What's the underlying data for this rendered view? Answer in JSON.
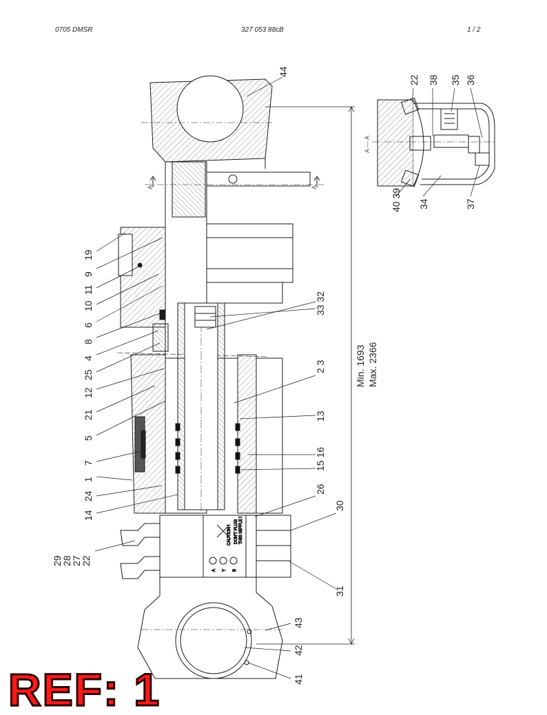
{
  "header": {
    "left": "0705 DMSR",
    "center": "327 053 88cB",
    "right": "1 /   2"
  },
  "callouts": {
    "c19": "19",
    "c9": "9",
    "c11": "11",
    "c10": "10",
    "c6": "6",
    "c8": "8",
    "c4": "4",
    "c25": "25",
    "c12": "12",
    "c21": "21",
    "c5": "5",
    "c7": "7",
    "c1": "1",
    "c24": "24",
    "c14": "14",
    "c29": "29",
    "c28": "28",
    "c27": "27",
    "c22": "22",
    "c44": "44",
    "c3332": "33 32",
    "c23": "2 3",
    "c13": "13",
    "c1516": "15 16",
    "c26": "26",
    "c30": "30",
    "c31": "31",
    "c43": "43",
    "c42": "42",
    "c41": "41",
    "s22": "22",
    "s38": "38",
    "s35": "35",
    "s36": "36",
    "s4039": "40 39",
    "s34": "34",
    "s37": "37"
  },
  "dimension": {
    "min": "Min. 1693",
    "max": "Max. 2366"
  },
  "section": {
    "label": "A — A",
    "marker_left": "A",
    "marker_right": "A"
  },
  "nameplate": {
    "line1": "CAUTION !",
    "line2": "DON'T PLUG",
    "line3": "THIS NIPPLE !",
    "port_a": "A",
    "port_y": "Y",
    "port_b": "B"
  },
  "reference": "REF: 1",
  "colors": {
    "line": "#1a1a1a",
    "hatch": "#444444",
    "ref_fill": "#ff1a1a",
    "ref_outline": "#2a0000"
  }
}
